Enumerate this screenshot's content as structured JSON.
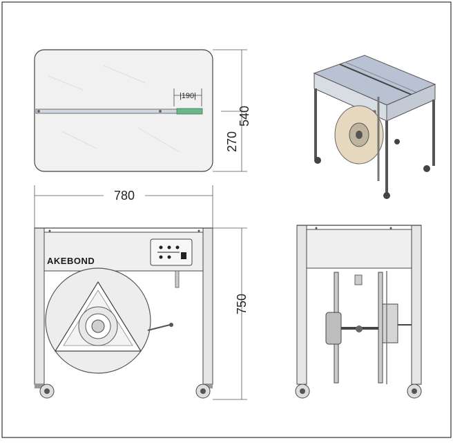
{
  "brand": {
    "logo_text": "AKEBOND"
  },
  "dimensions": {
    "top_depth": "540",
    "top_half_depth": "270",
    "slot_offset": "190",
    "front_width": "780",
    "front_height": "750"
  },
  "colors": {
    "line": "#555555",
    "body": "#e4e4e4",
    "panel": "#efefef",
    "accent_green": "#6fb58a",
    "iso_top": "#b9c2d2",
    "iso_side": "#d8dce3"
  }
}
